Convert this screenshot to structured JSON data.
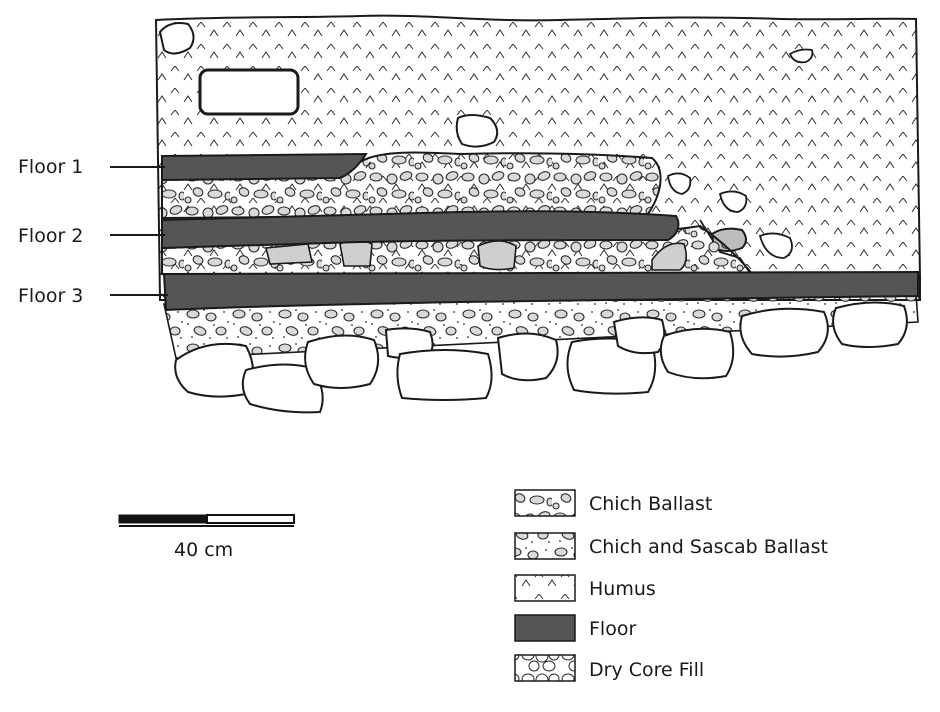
{
  "floor_labels": [
    "Floor 1",
    "Floor 2",
    "Floor 3"
  ],
  "scale_bar": {
    "label": "40 cm"
  },
  "legend": [
    {
      "pattern": "chich-ballast",
      "label": "Chich Ballast"
    },
    {
      "pattern": "chich-sascab-ballast",
      "label": "Chich and Sascab Ballast"
    },
    {
      "pattern": "humus",
      "label": "Humus"
    },
    {
      "pattern": "floor",
      "label": "Floor"
    },
    {
      "pattern": "dry-core-fill",
      "label": "Dry Core Fill"
    }
  ],
  "colors": {
    "floor": "#555555",
    "stone": "#d9d9d9",
    "outline": "#1a1a1a"
  }
}
